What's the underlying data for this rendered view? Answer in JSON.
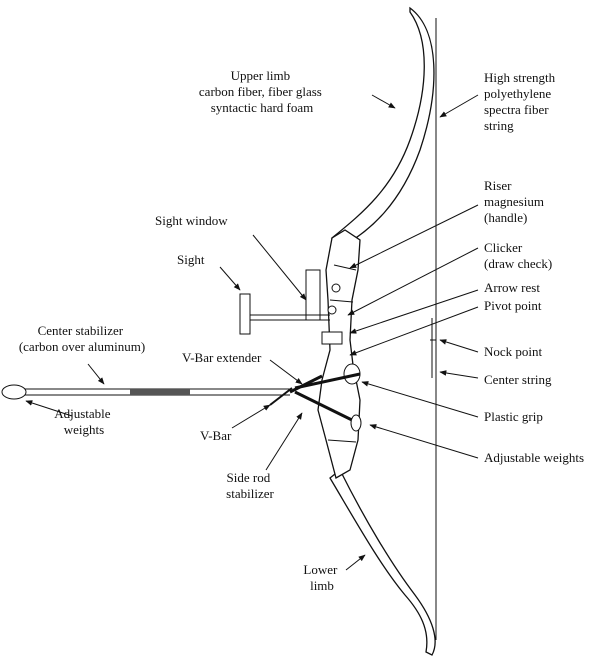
{
  "labels": {
    "upper_limb": [
      "Upper limb",
      "carbon fiber, fiber glass",
      "syntactic hard foam"
    ],
    "high_strength": [
      "High strength",
      "polyethylene",
      "spectra fiber",
      "string"
    ],
    "riser": [
      "Riser",
      "magnesium",
      "(handle)"
    ],
    "sight_window": "Sight window",
    "sight": "Sight",
    "clicker": [
      "Clicker",
      "(draw check)"
    ],
    "arrow_rest": "Arrow rest",
    "pivot_point": "Pivot point",
    "center_stabilizer": [
      "Center stabilizer",
      "(carbon over aluminum)"
    ],
    "vbar_extender": "V-Bar extender",
    "nock_point": "Nock point",
    "center_string": "Center string",
    "plastic_grip": "Plastic grip",
    "adjustable_weights_left": [
      "Adjustable",
      "weights"
    ],
    "vbar": "V-Bar",
    "adjustable_weights_right": "Adjustable weights",
    "side_rod": [
      "Side rod",
      "stabilizer"
    ],
    "lower_limb": [
      "Lower",
      "limb"
    ]
  }
}
